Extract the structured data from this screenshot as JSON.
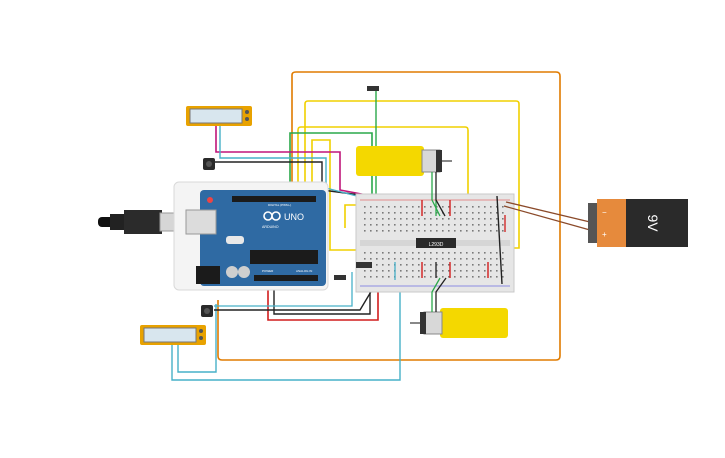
{
  "arduino": {
    "brand_label": "UNO",
    "sub_label": "ARDUINO",
    "digital_label": "DIGITAL (PWM~)",
    "power_label": "POWER",
    "analog_label": "ANALOG IN"
  },
  "driver_chip": {
    "label": "L293D"
  },
  "battery": {
    "label": "9V",
    "minus": "−",
    "plus": "+"
  },
  "colors": {
    "board": "#2f6aa3",
    "motor": "#f4d800",
    "battery_orange": "#e68a3c",
    "battery_body": "#2a2a2a",
    "wire_orange": "#e07b00",
    "wire_yellow": "#f0d000",
    "wire_green": "#2aa84a",
    "wire_black": "#222222",
    "wire_red": "#d11d1d",
    "wire_blue": "#47b0c8",
    "wire_magenta": "#c0157a",
    "wire_brown": "#8b4a2a"
  }
}
